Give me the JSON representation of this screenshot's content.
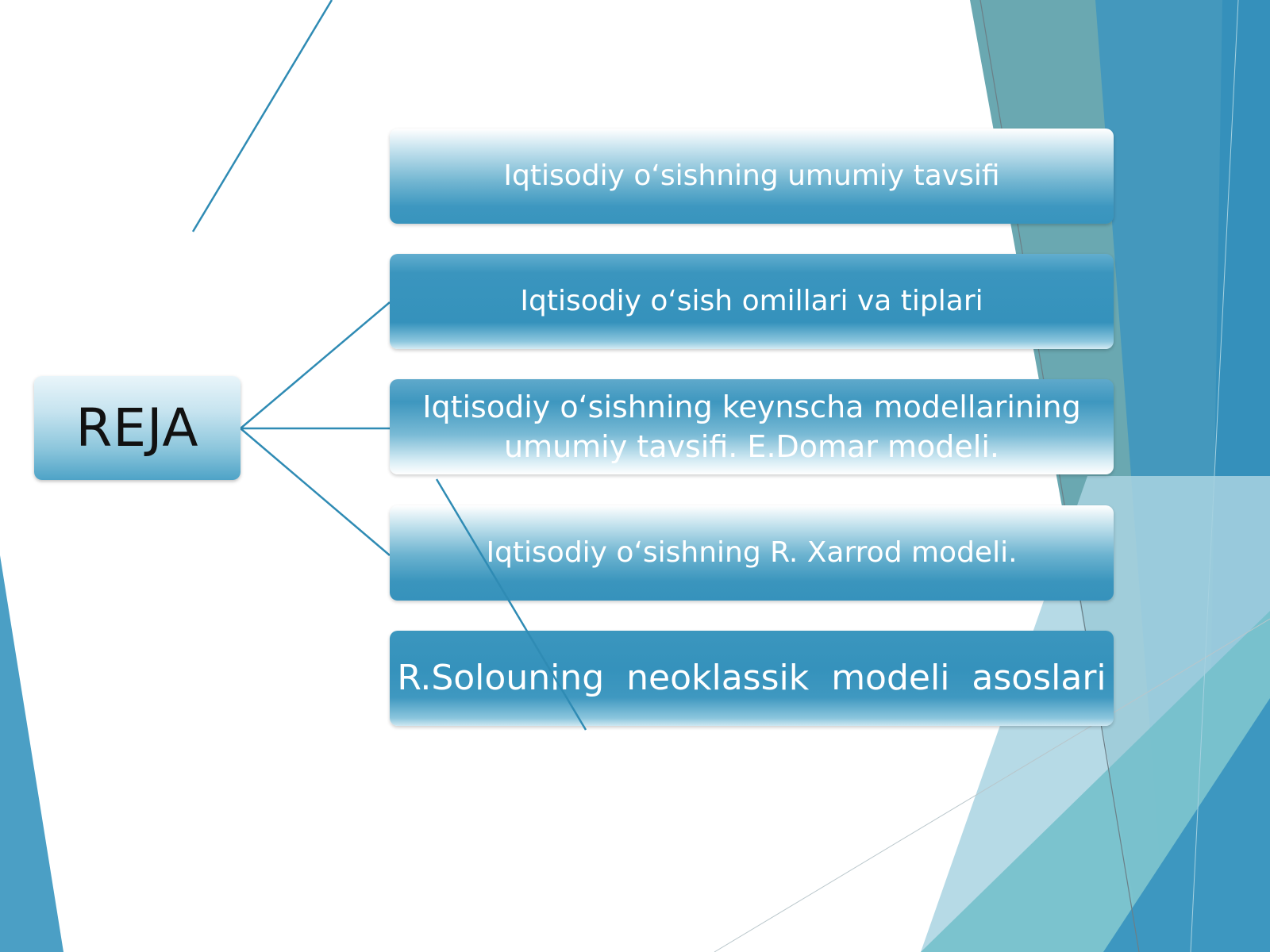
{
  "root": {
    "label": "REJA"
  },
  "items": [
    {
      "label": "Iqtisodiy o‘sishning umumiy tavsifi"
    },
    {
      "label": "Iqtisodiy o‘sish omillari va tiplari"
    },
    {
      "line1": "Iqtisodiy o‘sishning keynscha modellarining",
      "line2": "umumiy tavsifi. E.Domar modeli."
    },
    {
      "label": "Iqtisodiy o‘sishning R. Xarrod modeli."
    },
    {
      "label": "R.Solouning  neoklassik  modeli  asoslari"
    }
  ],
  "colors": {
    "accent": "#3592bc",
    "teal": "#5fa3ad",
    "light_teal": "#8ccbd3",
    "connector": "#2f8bb4"
  }
}
